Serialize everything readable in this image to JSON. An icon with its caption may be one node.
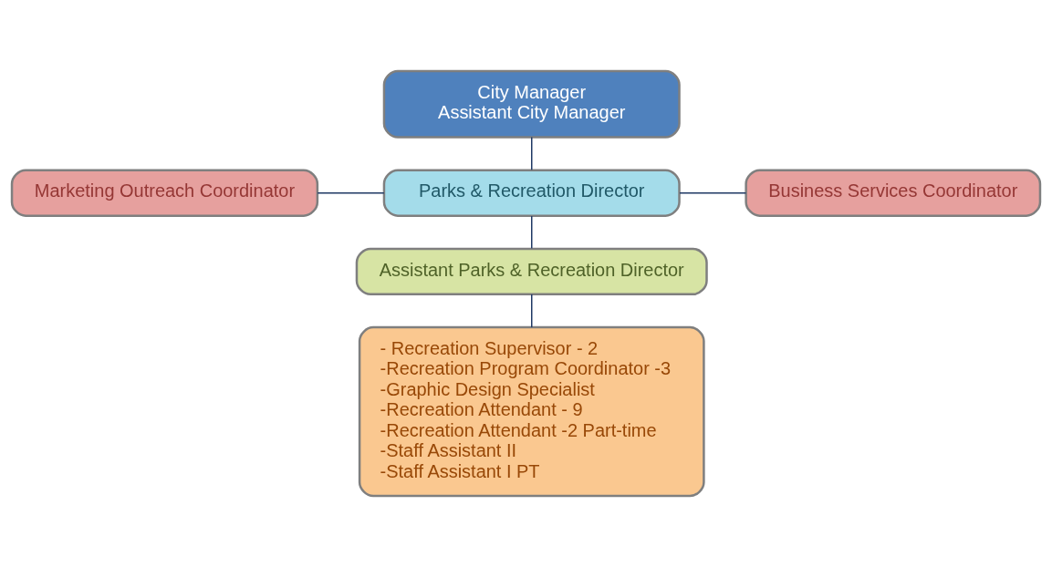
{
  "diagram": {
    "nodes": [
      {
        "text": [
          "City Manager",
          "Assistant City Manager"
        ]
      },
      {
        "text": [
          "Marketing Outreach Coordinator"
        ]
      },
      {
        "text": [
          "Parks & Recreation Director"
        ]
      },
      {
        "text": [
          "Business Services Coordinator"
        ]
      },
      {
        "text": [
          "Assistant Parks & Recreation Director"
        ]
      },
      {
        "text": [
          "- Recreation Supervisor - 2",
          "-Recreation Program Coordinator -3",
          "-Graphic Design Specialist",
          "-Recreation Attendant - 9",
          "-Recreation Attendant -2 Part-time",
          "-Staff Assistant II",
          "-Staff Assistant I PT"
        ]
      }
    ],
    "edges": [
      {
        "from": 0,
        "to": 2,
        "arrow": "none"
      },
      {
        "from": 1,
        "to": 2,
        "arrow": "none"
      },
      {
        "from": 2,
        "to": 3,
        "arrow": "none"
      },
      {
        "from": 2,
        "to": 4,
        "arrow": "none"
      },
      {
        "from": 4,
        "to": 5,
        "arrow": "none"
      }
    ]
  }
}
